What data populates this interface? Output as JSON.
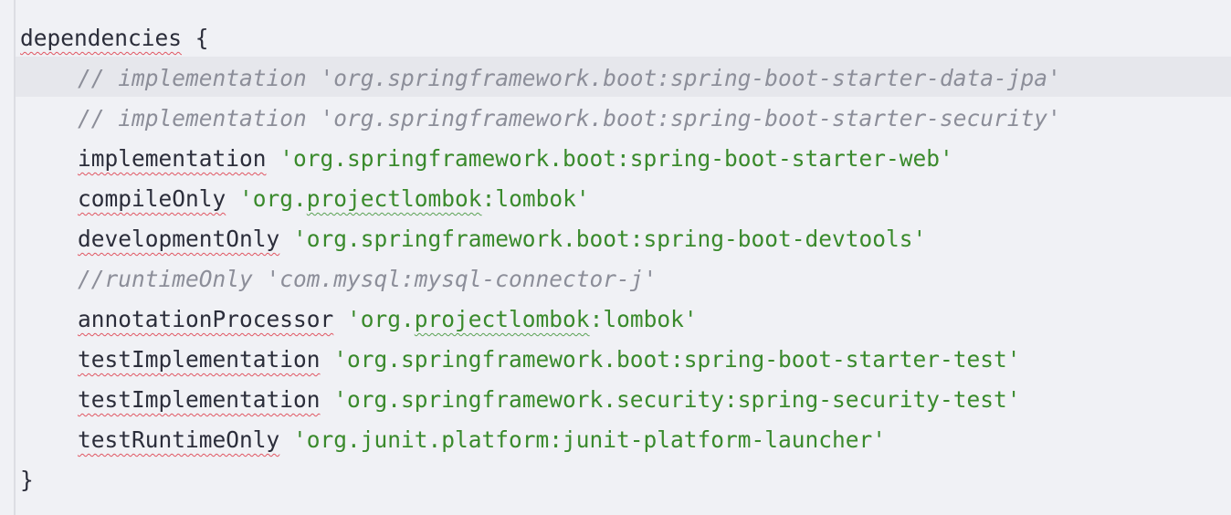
{
  "colors": {
    "background": "#f0f1f5",
    "current_line": "#e6e7ec",
    "text": "#2b2d3a",
    "string": "#3a8a2c",
    "comment": "#8c8e99",
    "error_squiggle": "#e05561",
    "warning_squiggle": "#5aa153"
  },
  "code": {
    "open": {
      "keyword": "dependencies",
      "brace": "{"
    },
    "lines": [
      {
        "type": "comment",
        "text": "// implementation 'org.springframework.boot:spring-boot-starter-data-jpa'"
      },
      {
        "type": "comment",
        "text": "// implementation 'org.springframework.boot:spring-boot-starter-security'"
      },
      {
        "type": "dep",
        "config": "implementation",
        "value": "'org.springframework.boot:spring-boot-starter-web'"
      },
      {
        "type": "dep",
        "config": "compileOnly",
        "value_prefix": "'org.",
        "value_warn": "projectlombok",
        "value_suffix": ":lombok'"
      },
      {
        "type": "dep",
        "config": "developmentOnly",
        "value": "'org.springframework.boot:spring-boot-devtools'"
      },
      {
        "type": "comment",
        "text": "//runtimeOnly 'com.mysql:mysql-connector-j'"
      },
      {
        "type": "dep",
        "config": "annotationProcessor",
        "value_prefix": "'org.",
        "value_warn": "projectlombok",
        "value_suffix": ":lombok'"
      },
      {
        "type": "dep",
        "config": "testImplementation",
        "value": "'org.springframework.boot:spring-boot-starter-test'"
      },
      {
        "type": "dep",
        "config": "testImplementation",
        "value": "'org.springframework.security:spring-security-test'"
      },
      {
        "type": "dep",
        "config": "testRuntimeOnly",
        "value": "'org.junit.platform:junit-platform-launcher'"
      }
    ],
    "close": "}"
  }
}
